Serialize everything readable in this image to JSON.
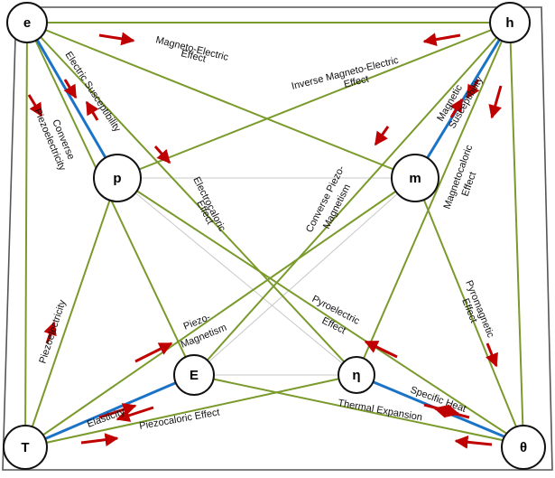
{
  "nodes": {
    "e": "e",
    "h": "h",
    "p": "p",
    "m": "m",
    "E": "E",
    "eta": "η",
    "T": "T",
    "theta": "θ"
  },
  "labels": {
    "magneto_electric_1": "Magneto-Electric",
    "magneto_electric_2": "Effect",
    "inverse_me_1": "Inverse Magneto-Electric",
    "inverse_me_2": "Effect",
    "electric_susceptibility": "Electric Susceptibility",
    "magnetic_susceptibility_1": "Magnetic",
    "magnetic_susceptibility_2": "Susceptibility",
    "converse_piezoelectricity_1": "Converse",
    "converse_piezoelectricity_2": "Piezoelectricity",
    "electrocaloric_1": "Electrocaloric",
    "electrocaloric_2": "Effect",
    "converse_piezomagnetism_1": "Converse Piezo-",
    "converse_piezomagnetism_2": "Magnetism",
    "magnetocaloric_1": "Magnetocaloric",
    "magnetocaloric_2": "Effect",
    "piezoelectricity": "Piezoelectricity",
    "piezomagnetism_1": "Piezo-",
    "piezomagnetism_2": "Magnetism",
    "pyroelectric_1": "Pyroelectric",
    "pyroelectric_2": "Effect",
    "pyromagnetic_1": "Pyromagnetic",
    "pyromagnetic_2": "Effect",
    "elasticity": "Elasticity",
    "piezocaloric": "Piezocaloric Effect",
    "specific_heat": "Specific Heat",
    "thermal_expansion": "Thermal Expansion"
  },
  "colors": {
    "coupling_line": "#7a9a2c",
    "diagonal_line": "#1a73c6",
    "secondary_line": "#c8c8c8",
    "arrow": "#c00000"
  }
}
